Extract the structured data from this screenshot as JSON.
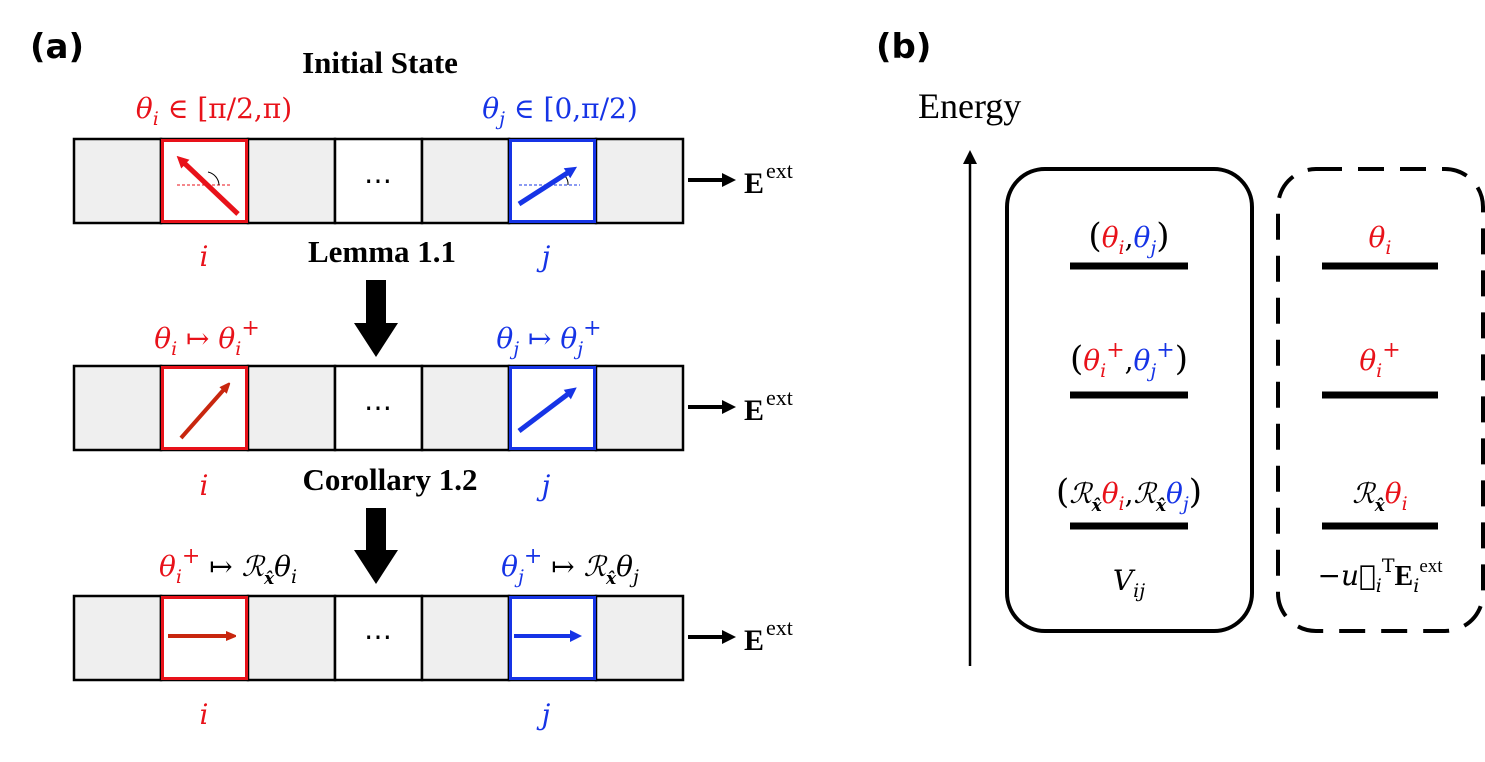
{
  "panel_a": {
    "label": "(a)",
    "title": "Initial State",
    "step1": "Lemma 1.1",
    "step2": "Corollary 1.2",
    "row1": {
      "left_label": "θi ∈ [π/2,π)",
      "right_label": "θj ∈ [0,π/2)",
      "site_i": "i",
      "site_j": "j"
    },
    "row2": {
      "left_label": "θi ↦ θi+",
      "right_label": "θj ↦ θj+",
      "site_i": "i",
      "site_j": "j"
    },
    "row3": {
      "left_label": "θi+ ↦ R x̂ θi",
      "right_label": "θj+ ↦ R x̂ θj",
      "site_i": "i",
      "site_j": "j"
    },
    "ellipsis": "⋯",
    "field_label": "E",
    "field_sup": "ext"
  },
  "panel_b": {
    "label": "(b)",
    "axis_label": "Energy",
    "left_box": {
      "levels": [
        "(θi,θj)",
        "(θi+,θj+)",
        "(R x̂ θi, R x̂ θj)"
      ],
      "caption": "Vij"
    },
    "right_box": {
      "levels": [
        "θi",
        "θi+",
        "R x̂ θi"
      ],
      "caption": "−u⃗iT Eiext"
    }
  },
  "colors": {
    "red": "#e8121a",
    "blue": "#1634e6",
    "arrow_red": "#c8260e",
    "cell_gray": "#efefef"
  }
}
